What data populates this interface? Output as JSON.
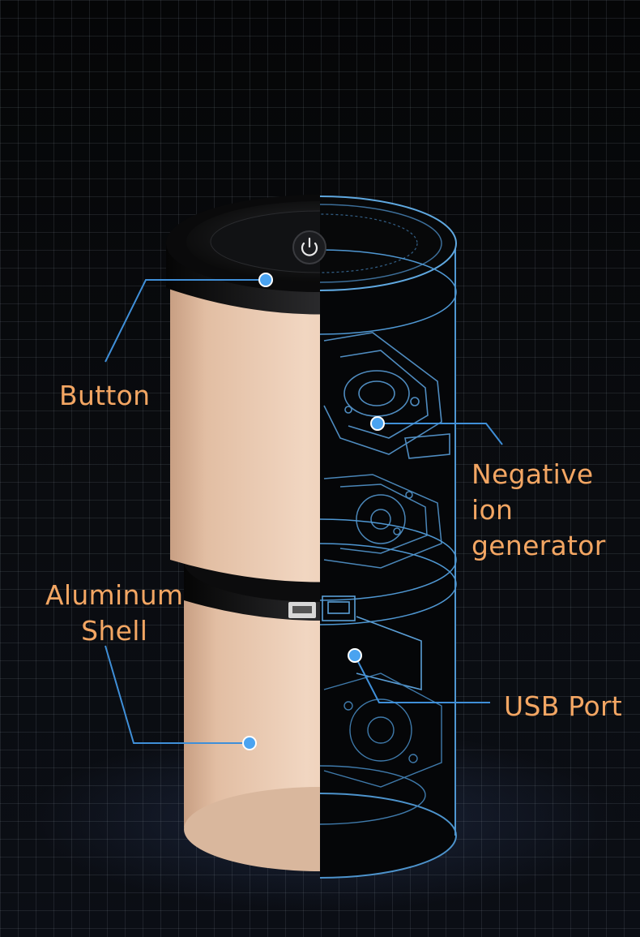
{
  "colors": {
    "label": "#f3a663",
    "leader_line": "#3f8fd8",
    "marker_dot": "#4aa3f0",
    "shell": "#e8c6ab",
    "wireframe": "#5fa8e0"
  },
  "callouts": {
    "button": [
      "Button"
    ],
    "negative_ion_generator": [
      "Negative",
      "ion",
      "generator"
    ],
    "aluminum_shell": [
      "Aluminum",
      "Shell"
    ],
    "usb_port": [
      "USB Port"
    ]
  },
  "icons": {
    "power": "power-icon"
  }
}
